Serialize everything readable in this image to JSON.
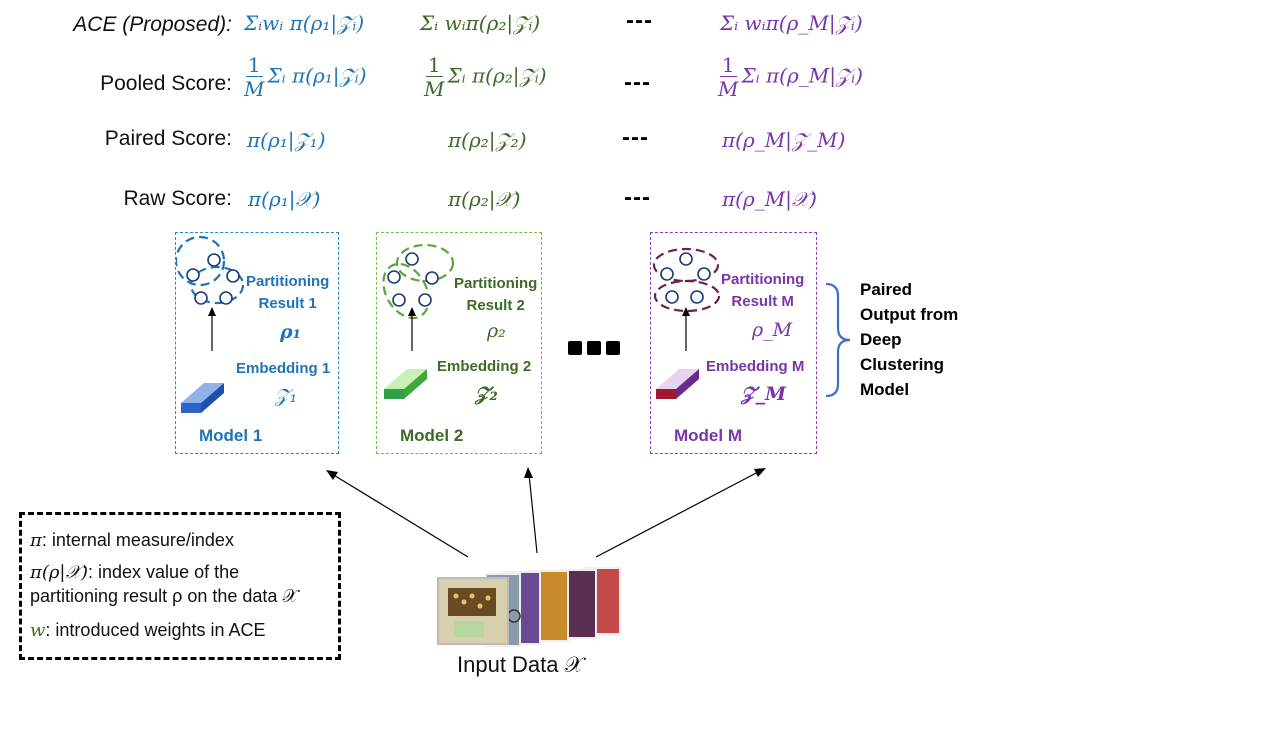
{
  "rows": {
    "ace": {
      "label": "ACE (Proposed):",
      "m1": "Σᵢwᵢ π(ρ₁|𝒵ᵢ)",
      "m2": "Σᵢ wᵢπ(ρ₂|𝒵ᵢ)",
      "dots": "---",
      "mM": "Σᵢ wᵢπ(ρ_M|𝒵ᵢ)"
    },
    "pooled": {
      "label": "Pooled Score:",
      "frac_num": "1",
      "frac_den": "M",
      "m1": "Σᵢ π(ρ₁|𝒵ᵢ)",
      "m2": "Σᵢ π(ρ₂|𝒵ᵢ)",
      "dots": "---",
      "mM": "Σᵢ π(ρ_M|𝒵ᵢ)"
    },
    "paired": {
      "label": "Paired Score:",
      "m1": "π(ρ₁|𝒵₁)",
      "m2": "π(ρ₂|𝒵₂)",
      "dots": "---",
      "mM": "π(ρ_M|𝒵_M)"
    },
    "raw": {
      "label": "Raw Score:",
      "m1": "π(ρ₁|𝒳)",
      "m2": "π(ρ₂|𝒳)",
      "dots": "---",
      "mM": "π(ρ_M|𝒳)"
    }
  },
  "models": [
    {
      "partitioning": "Partitioning",
      "result": "Result 1",
      "rho": "ρ₁",
      "embedding": "Embedding 1",
      "z": "𝒵₁",
      "model": "Model 1",
      "color": "#1f74b8"
    },
    {
      "partitioning": "Partitioning",
      "result": "Result 2",
      "rho": "ρ₂",
      "embedding": "Embedding 2",
      "z": "𝒵₂",
      "model": "Model 2",
      "color": "#3d6a28"
    },
    {
      "partitioning": "Partitioning",
      "result": "Result M",
      "rho": "ρ_M",
      "embedding": "Embedding M",
      "z": "𝒵_M",
      "model": "Model M",
      "color": "#7a35a8"
    }
  ],
  "paired_output": "Paired Output from Deep Clustering Model",
  "legend": {
    "line1_sym": "π",
    "line1_text": ": internal measure/index",
    "line2_sym": "π(ρ|𝒳)",
    "line2_text": ":  index value of the",
    "line3_text": "partitioning result ρ on the data 𝒳",
    "line4_sym": "w",
    "line4_text": ": introduced weights in ACE"
  },
  "input_label": "Input Data  𝒳",
  "colors": {
    "model1": "#1f74b8",
    "model2": "#3d6a28",
    "modelM": "#7a35a8",
    "box1": "#2a86d0",
    "box2": "#6cc04a",
    "boxM": "#8a3fb5"
  }
}
